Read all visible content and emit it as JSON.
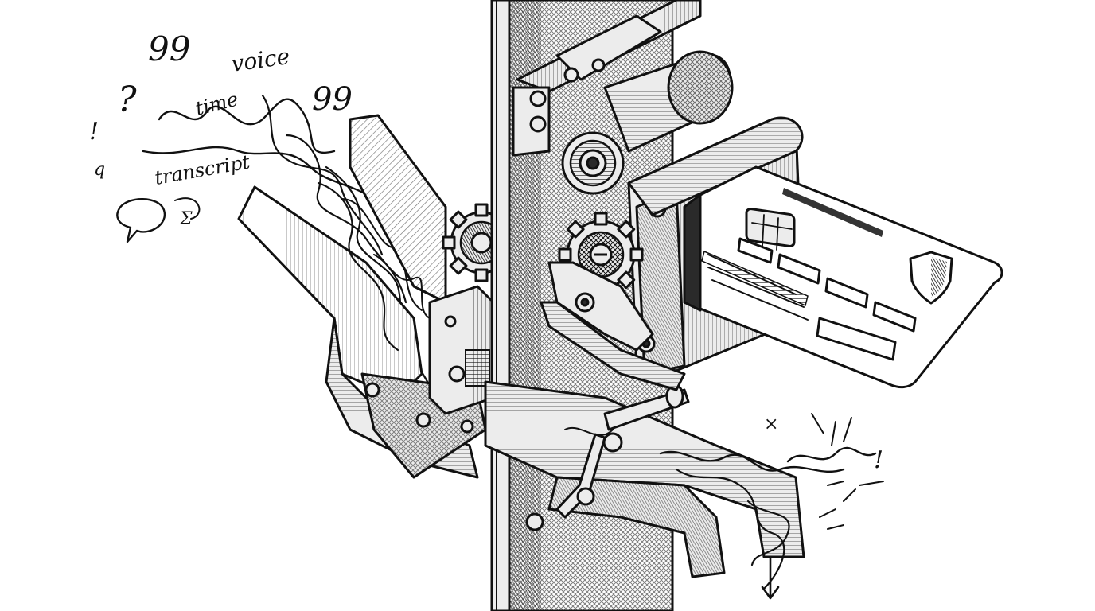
{
  "scene": {
    "description_words": {
      "word_voice": "voice",
      "word_time": "time",
      "word_transcript": "transcript"
    },
    "scribbles_left": [
      "99",
      "?",
      "!",
      "99"
    ],
    "scribbles_right": [
      "!"
    ]
  },
  "icons": {
    "card_chip": "chip-icon",
    "card_badge": "shield-icon",
    "speech": "speech-bubble-icon"
  }
}
